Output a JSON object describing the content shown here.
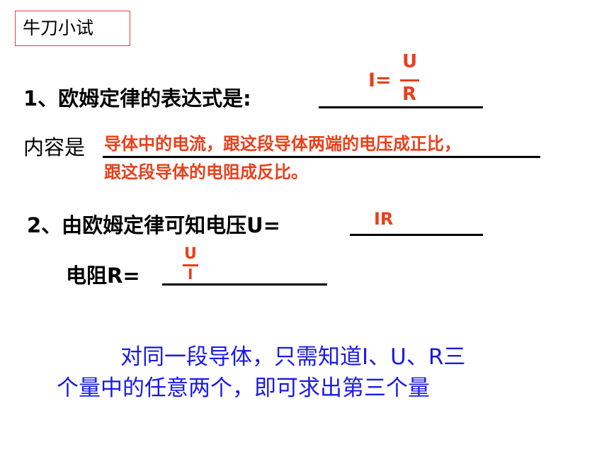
{
  "title": "牛刀小试",
  "q1": {
    "label": "1、欧姆定律的表达式是:",
    "answer_lhs": "I=",
    "answer_num": "U",
    "answer_den": "R",
    "content_label": "内容是",
    "content_line1": "导体中的电流，跟这段导体两端的电压成正比，",
    "content_line2": "跟这段导体的电阻成反比。"
  },
  "q2": {
    "label": "2、由欧姆定律可知电压U=",
    "answer_u": "IR",
    "r_label": "电阻R= ",
    "answer_num": "U",
    "answer_den": "I"
  },
  "note": {
    "line1": "对同一段导体，只需知道I、U、R三",
    "line2": "个量中的任意两个，即可求出第三个量"
  },
  "colors": {
    "answer": "#e8401c",
    "note": "#1a1ae6",
    "box_border": "#d9453d"
  }
}
